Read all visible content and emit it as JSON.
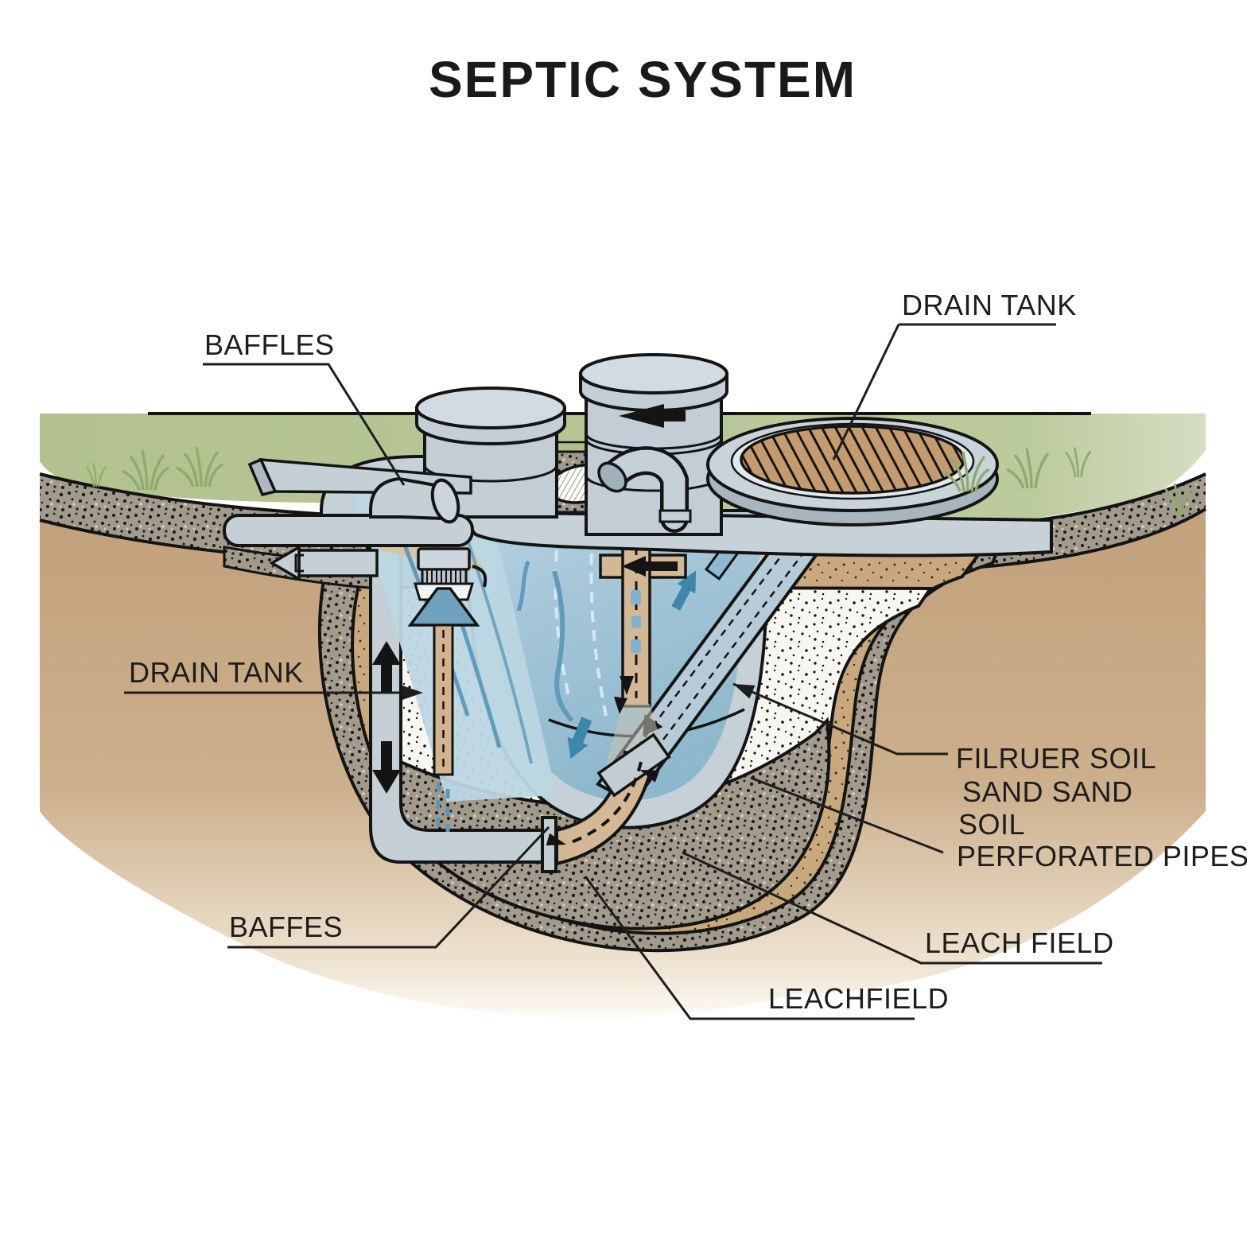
{
  "title": "SEPTIC SYSTEM",
  "labels": {
    "drain_tank_top": "DRAIN TANK",
    "baffles_top": "BAFFLES",
    "drain_tank_left": "DRAIN TANK",
    "filruer_soil": "FILRUER SOIL",
    "sand_sand": "SAND SAND",
    "soil": "SOIL",
    "perforated_pipes": "PERFORATED PIPES",
    "baffes_bottom": "BAFFES",
    "leach_field": "LEACH FIELD",
    "leachfield": "LEACHFIELD"
  },
  "colors": {
    "label_black": "#1d1d1d",
    "outline_black": "#141414",
    "grass_green": "#b6c493",
    "grass_blade_green": "#8fab6d",
    "gravel_grey": "#a19a8d",
    "sand_white": "#f8f6f1",
    "subsoil_tan": "#c2a17c",
    "tan_speckle": "#c9a87e",
    "pipe_grey": "#c5cfd6",
    "pipe_grey_dark": "#a9b5be",
    "water_blue": "#a6c6d8",
    "water_light": "#bcd6e3",
    "flow_arrow_blue": "#3f86ad",
    "streak_blue": "#5d9cbd",
    "effluent_tan": "#d4b795",
    "wood_slat_tan": "#c49b6e",
    "sediment_tan": "#d9c3a4"
  }
}
